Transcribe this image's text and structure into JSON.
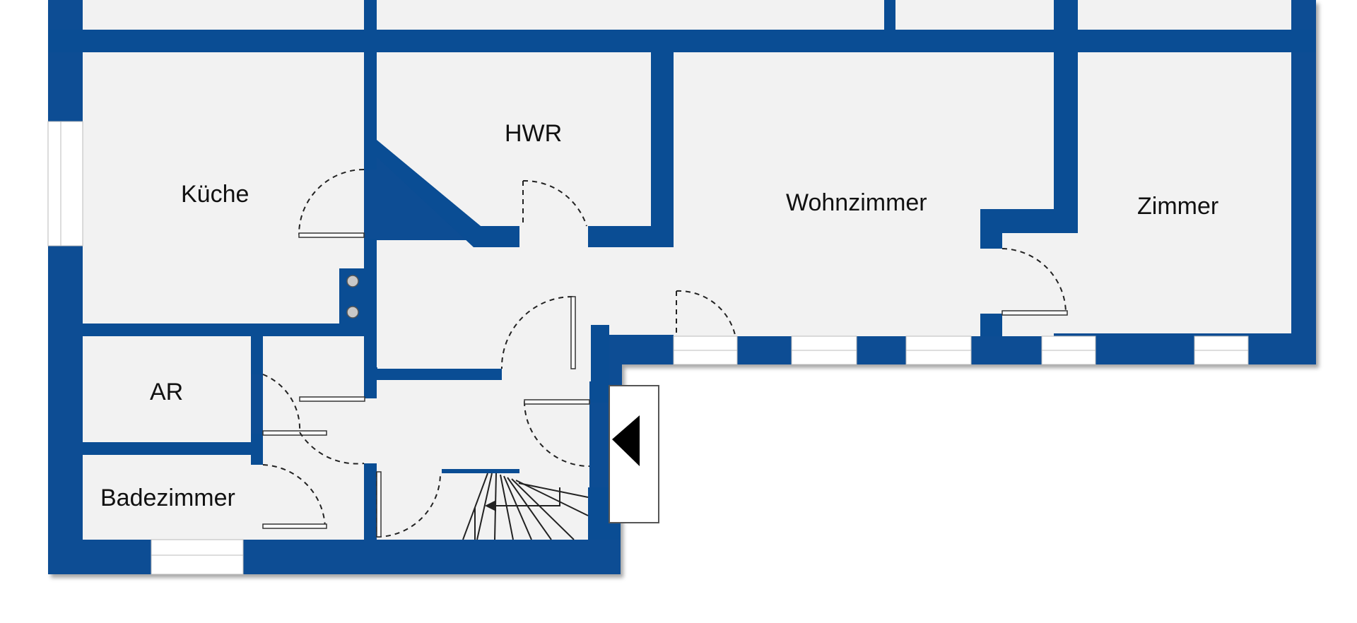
{
  "rooms": {
    "kueche": "Küche",
    "hwr": "HWR",
    "wohnzimmer": "Wohnzimmer",
    "zimmer": "Zimmer",
    "ar": "AR",
    "badezimmer": "Badezimmer"
  },
  "colors": {
    "wall": "#0a4d94",
    "floor": "#f2f2f2",
    "background": "#ffffff",
    "window": "#ffffff",
    "line": "#222222"
  },
  "icons": {
    "stairs": "stairs-icon",
    "entrance": "entrance-arrow-icon",
    "chimney": "chimney-icon"
  }
}
